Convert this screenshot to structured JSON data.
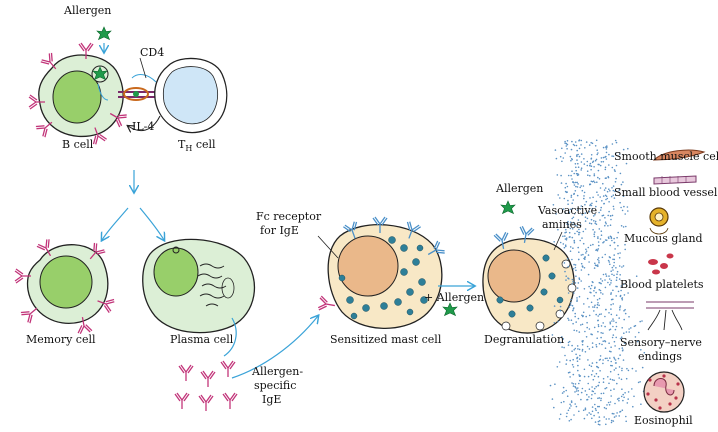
{
  "labels": {
    "allergen_top": "Allergen",
    "cd4": "CD4",
    "il4": "IL-4",
    "b_cell": "B cell",
    "th_cell": "T",
    "th_sub": "H",
    "th_suffix": " cell",
    "memory_cell": "Memory cell",
    "plasma_cell": "Plasma cell",
    "fc_receptor_1": "Fc receptor",
    "fc_receptor_2": "for IgE",
    "sensitized_mast_cell": "Sensitized mast cell",
    "plus_allergen": "+ Allergen",
    "allergen_specific_1": "Allergen-",
    "allergen_specific_2": "specific",
    "allergen_specific_3": "IgE",
    "allergen_degran": "Allergen",
    "vasoactive_1": "Vasoactive",
    "vasoactive_2": "amines",
    "degranulation": "Degranulation",
    "smooth_muscle": "Smooth muscle cell",
    "small_vessel": "Small blood vessel",
    "mucous_gland": "Mucous gland",
    "blood_platelets": "Blood platelets",
    "sensory_1": "Sensory–nerve",
    "sensory_2": "endings",
    "eosinophil": "Eosinophil"
  },
  "colors": {
    "antibody": "#c2357a",
    "receptor": "#4a90c9",
    "allergen": "#1f9a4a",
    "b_cell_body": "#dcefd6",
    "b_cell_nucleus": "#98cf6a",
    "th_cell": "#cfe6f7",
    "mast_cytoplasm": "#f8e8c6",
    "mast_nucleus": "#eab88a",
    "granule": "#2e7f98",
    "arrow": "#3aa3d8",
    "spray": "#5b92c4"
  }
}
